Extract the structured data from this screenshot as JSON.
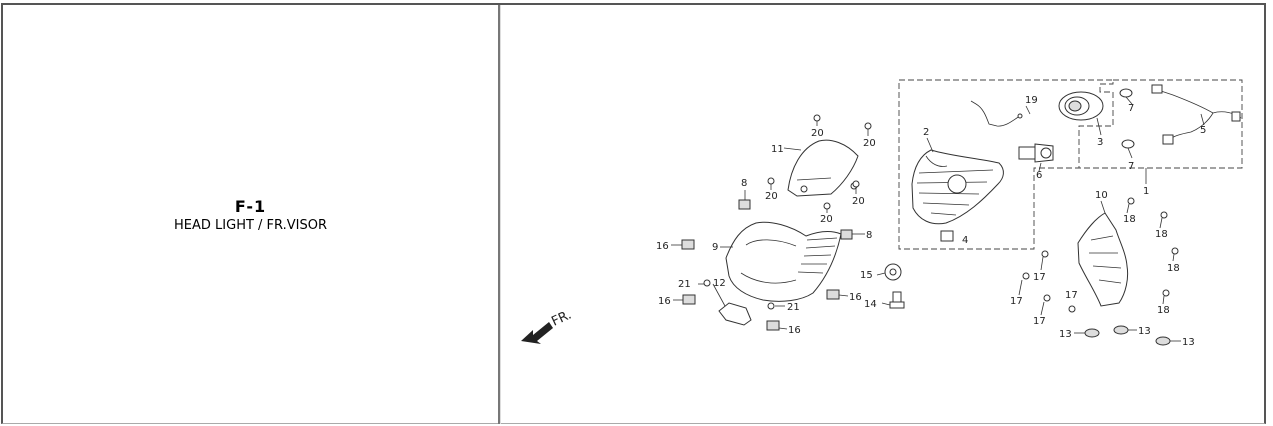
{
  "section": {
    "code": "F-1",
    "name": "HEAD LIGHT / FR.VISOR"
  },
  "diagram": {
    "direction_label": "FR.",
    "callouts": {
      "c1": "1",
      "c2": "2",
      "c3": "3",
      "c4": "4",
      "c5": "5",
      "c6": "6",
      "c7a": "7",
      "c7b": "7",
      "c8a": "8",
      "c8b": "8",
      "c9": "9",
      "c10": "10",
      "c11": "11",
      "c12": "12",
      "c13a": "13",
      "c13b": "13",
      "c13c": "13",
      "c14": "14",
      "c15": "15",
      "c16a": "16",
      "c16b": "16",
      "c16c": "16",
      "c16d": "16",
      "c17a": "17",
      "c17b": "17",
      "c17c": "17",
      "c17d": "17",
      "c18a": "18",
      "c18b": "18",
      "c18c": "18",
      "c18d": "18",
      "c19": "19",
      "c20a": "20",
      "c20b": "20",
      "c20c": "20",
      "c20d": "20",
      "c20e": "20",
      "c21a": "21",
      "c21b": "21"
    }
  }
}
